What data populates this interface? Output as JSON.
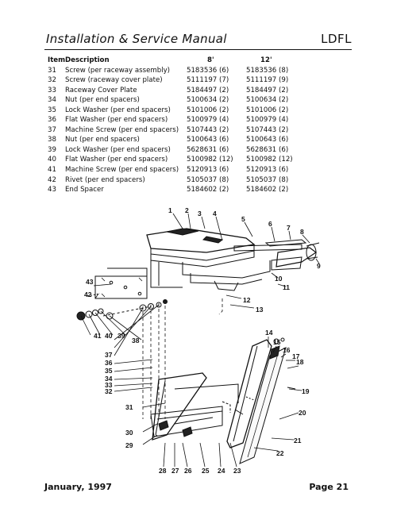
{
  "header": {
    "title": "Installation & Service Manual",
    "code": "LDFL"
  },
  "parts_list": {
    "columns": {
      "item": "Item",
      "description": "Description",
      "eight_ft": "8'",
      "twelve_ft": "12'"
    },
    "rows": [
      {
        "item": "31",
        "description": "Screw (per raceway assembly)",
        "eight_ft": "5183536 (6)",
        "twelve_ft": "5183536 (8)"
      },
      {
        "item": "32",
        "description": "Screw (raceway cover plate)",
        "eight_ft": "5111197 (7)",
        "twelve_ft": "5111197 (9)"
      },
      {
        "item": "33",
        "description": "Raceway Cover Plate",
        "eight_ft": "5184497 (2)",
        "twelve_ft": "5184497 (2)"
      },
      {
        "item": "34",
        "description": "Nut (per end spacers)",
        "eight_ft": "5100634 (2)",
        "twelve_ft": "5100634 (2)"
      },
      {
        "item": "35",
        "description": "Lock Washer (per end spacers)",
        "eight_ft": "5101006 (2)",
        "twelve_ft": "5101006 (2)"
      },
      {
        "item": "36",
        "description": "Flat Washer (per end spacers)",
        "eight_ft": "5100979 (4)",
        "twelve_ft": "5100979 (4)"
      },
      {
        "item": "37",
        "description": "Machine Screw (per end spacers)",
        "eight_ft": "5107443 (2)",
        "twelve_ft": "5107443 (2)"
      },
      {
        "item": "38",
        "description": "Nut (per end spacers)",
        "eight_ft": "5100643 (6)",
        "twelve_ft": "5100643 (6)"
      },
      {
        "item": "39",
        "description": "Lock Washer (per end spacers)",
        "eight_ft": "5628631 (6)",
        "twelve_ft": "5628631 (6)"
      },
      {
        "item": "40",
        "description": "Flat Washer (per end spacers)",
        "eight_ft": "5100982 (12)",
        "twelve_ft": "5100982 (12)"
      },
      {
        "item": "41",
        "description": "Machine Screw (per end spacers)",
        "eight_ft": "5120913 (6)",
        "twelve_ft": "5120913 (6)"
      },
      {
        "item": "42",
        "description": "Rivet (per end spacers)",
        "eight_ft": "5105037 (8)",
        "twelve_ft": "5105037 (8)"
      },
      {
        "item": "43",
        "description": "End Spacer",
        "eight_ft": "5184602 (2)",
        "twelve_ft": "5184602 (2)"
      }
    ]
  },
  "diagram": {
    "callouts": [
      "1",
      "2",
      "3",
      "4",
      "5",
      "6",
      "7",
      "8",
      "9",
      "10",
      "11",
      "12",
      "13",
      "14",
      "15",
      "16",
      "17",
      "18",
      "19",
      "20",
      "21",
      "22",
      "23",
      "24",
      "25",
      "26",
      "27",
      "28",
      "29",
      "30",
      "31",
      "32",
      "33",
      "34",
      "35",
      "36",
      "37",
      "38",
      "39",
      "40",
      "41",
      "42",
      "43"
    ]
  },
  "footer": {
    "date": "January, 1997",
    "page": "Page 21"
  }
}
